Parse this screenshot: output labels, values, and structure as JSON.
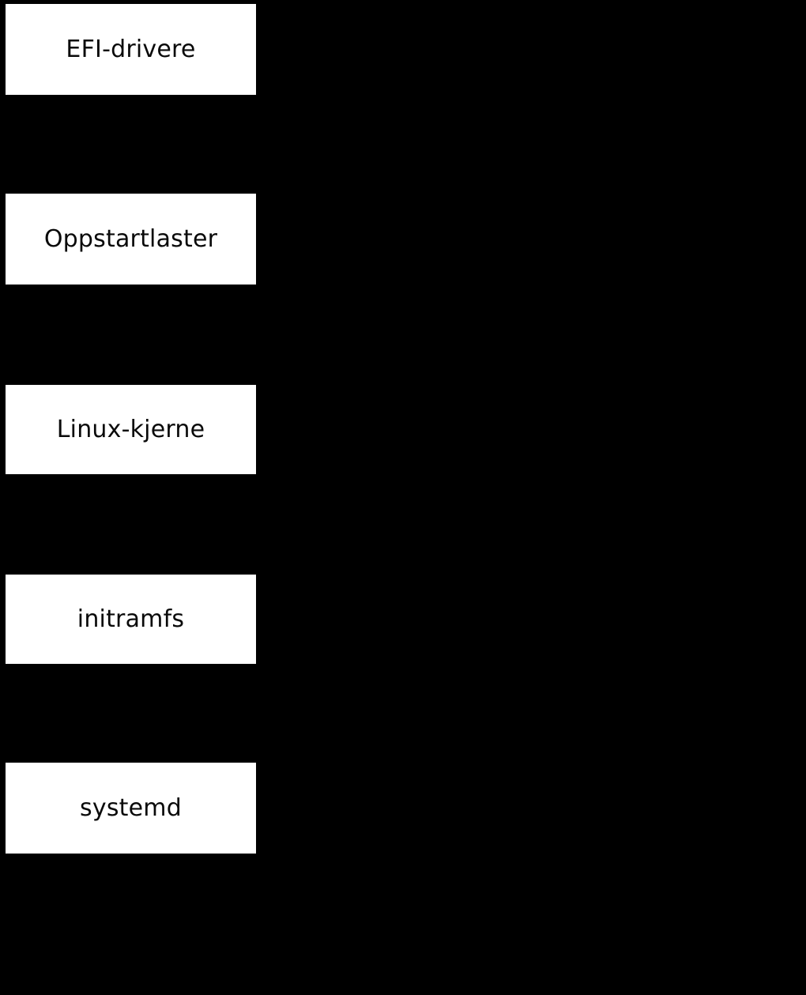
{
  "background_color": "#000000",
  "box_fill_color": "#ffffff",
  "text_color": "#000000",
  "diagram": {
    "type": "flow-stages",
    "orientation": "vertical",
    "stages": [
      {
        "label": "EFI-drivere"
      },
      {
        "label": "Oppstartlaster"
      },
      {
        "label": "Linux-kjerne"
      },
      {
        "label": "initramfs"
      },
      {
        "label": "systemd"
      }
    ]
  }
}
